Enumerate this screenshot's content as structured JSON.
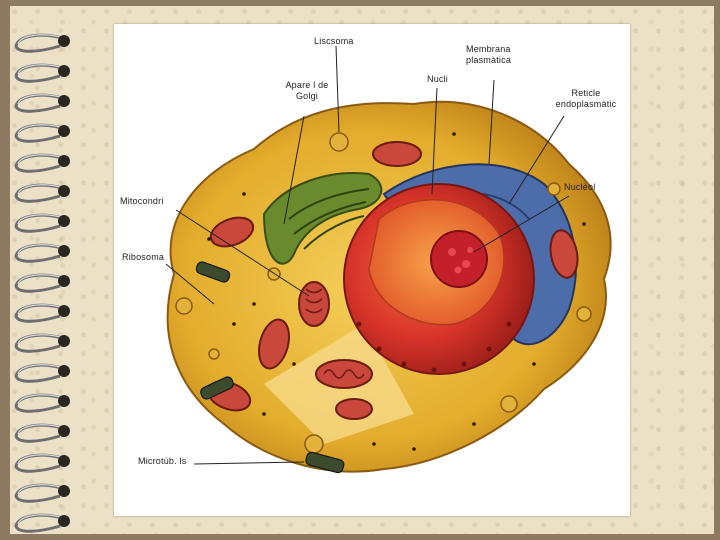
{
  "labels": {
    "lisosoma": "Liscsoma",
    "aparell_line1": "Apare l de",
    "aparell_line2": "Golgi",
    "nucli": "Nucli",
    "membrana_line1": "Membrana",
    "membrana_line2": "plasmàtica",
    "reticle_line1": "Reticle",
    "reticle_line2": "endoplasmàtic",
    "nucleol": "Nuclèol",
    "mitocondri": "Mitocondri",
    "ribosoma": "Ribosoma",
    "microtubuls": "Microtúb. ls"
  },
  "colors": {
    "background_wood": "#8c7a63",
    "page": "#ece1c7",
    "cytoplasm": "#e8b73a",
    "nucleus": "#d9352b",
    "reticulum": "#4a6aa8",
    "golgi": "#5f7a2a",
    "mitochondria": "#c0463a"
  }
}
